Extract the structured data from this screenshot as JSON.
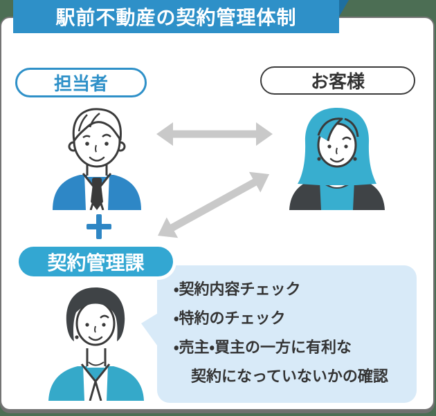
{
  "header": {
    "title": "駅前不動産の契約管理体制"
  },
  "roles": {
    "staff_label": "担当者",
    "customer_label": "お客様",
    "dept_label": "契約管理課",
    "plus_symbol": "+"
  },
  "speech_bubble": {
    "lines": [
      "・契約内容チェック",
      "・特約のチェック",
      "・売主・買主の一方に有利な",
      "契約になっていないかの確認"
    ]
  },
  "icons": {
    "staff_avatar": "male-agent-avatar",
    "customer_avatar": "female-customer-avatar",
    "dept_avatar": "contract-staff-avatar",
    "horizontal_arrow": "double-headed-arrow",
    "diagonal_arrow": "double-headed-arrow",
    "plus": "plus-sign"
  },
  "colors": {
    "banner_blue": "#2E90C8",
    "banner_fold_blue": "#1E6FA0",
    "staff_accent_blue": "#2E90C8",
    "dept_teal": "#33A7D2",
    "suit_blue": "#2E87C6",
    "hair_teal": "#38AECF",
    "jacket_teal": "#35A9C9",
    "outline_dark": "#3A3A3A",
    "bubble_bg": "#D8EAF8",
    "arrow_gray": "#C9C9C9",
    "page_bg_green": "#4C6E54",
    "card_border_gray": "#747474"
  }
}
